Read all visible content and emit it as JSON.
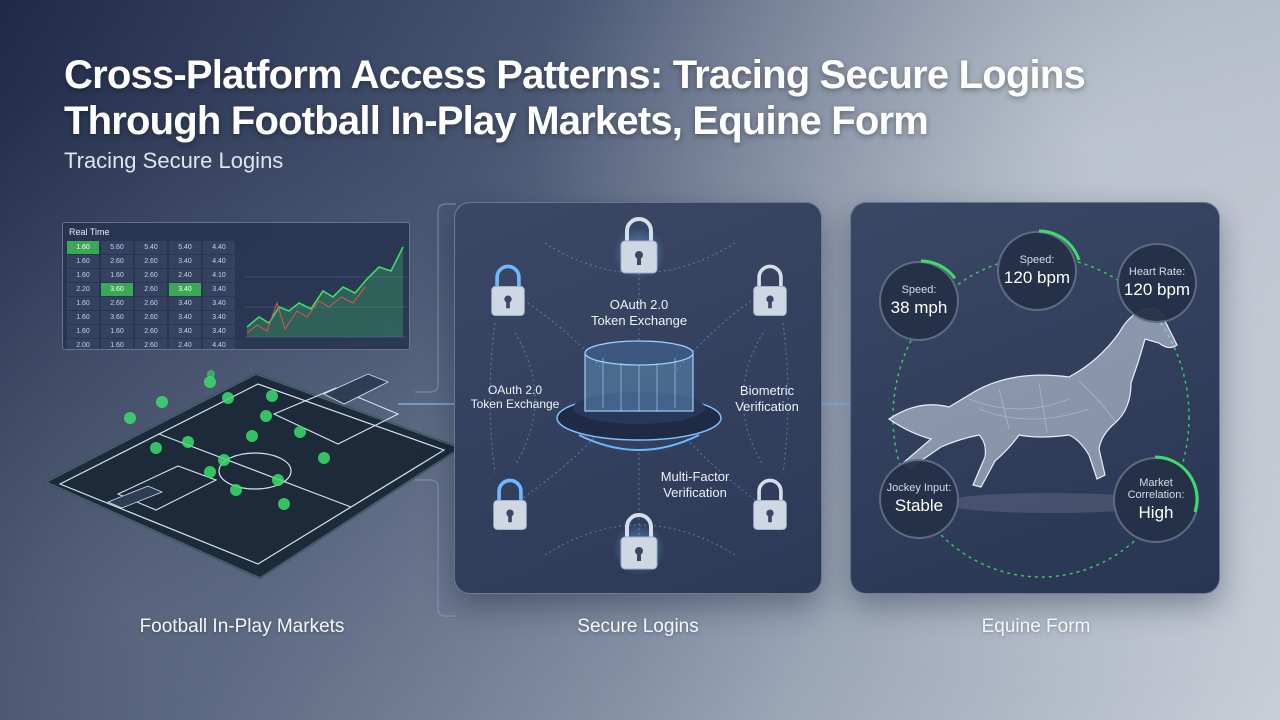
{
  "title": "Cross-Platform Access Patterns: Tracing Secure Logins Through Football In-Play Markets, Equine Form",
  "subtitle": "Tracing Secure Logins",
  "dashboard": {
    "header": "Real Time",
    "odds_rows": [
      [
        "1.60",
        "5.60",
        "5.40",
        "5.40",
        "4.40"
      ],
      [
        "1.60",
        "2.60",
        "2.60",
        "3.40",
        "4.40"
      ],
      [
        "1.60",
        "1.60",
        "2.60",
        "2.40",
        "4.10"
      ],
      [
        "2.20",
        "3.60",
        "2.60",
        "3.40",
        "3.40"
      ],
      [
        "1.60",
        "2.60",
        "2.60",
        "3.40",
        "3.40"
      ],
      [
        "1.60",
        "3.60",
        "2.60",
        "3.40",
        "3.40"
      ],
      [
        "1.60",
        "1.60",
        "2.60",
        "3.40",
        "3.40"
      ],
      [
        "2.00",
        "1.60",
        "2.60",
        "2.40",
        "4.40"
      ]
    ]
  },
  "secure": {
    "label_top": "OAuth 2.0\nToken Exchange",
    "label_left": "OAuth 2.0\nToken Exchange",
    "label_right": "Biometric\nVerification",
    "label_bottom": "Multi-Factor\nVerification"
  },
  "equine": {
    "metrics": [
      {
        "label": "Speed:",
        "value": "120 bpm",
        "progress": 0.2
      },
      {
        "label": "Heart Rate:",
        "value": "120 bpm",
        "progress": 0.0
      },
      {
        "label": "Speed:",
        "value": "38 mph",
        "progress": 0.15
      },
      {
        "label": "Jockey Input:",
        "value": "Stable",
        "progress": 0.0
      },
      {
        "label": "Market Correlation:",
        "value": "High",
        "progress": 0.3
      }
    ]
  },
  "captions": {
    "football": "Football In-Play Markets",
    "secure": "Secure Logins",
    "equine": "Equine Form"
  },
  "colors": {
    "accent_green": "#3ddc6a",
    "accent_blue": "#6fb8ff"
  }
}
